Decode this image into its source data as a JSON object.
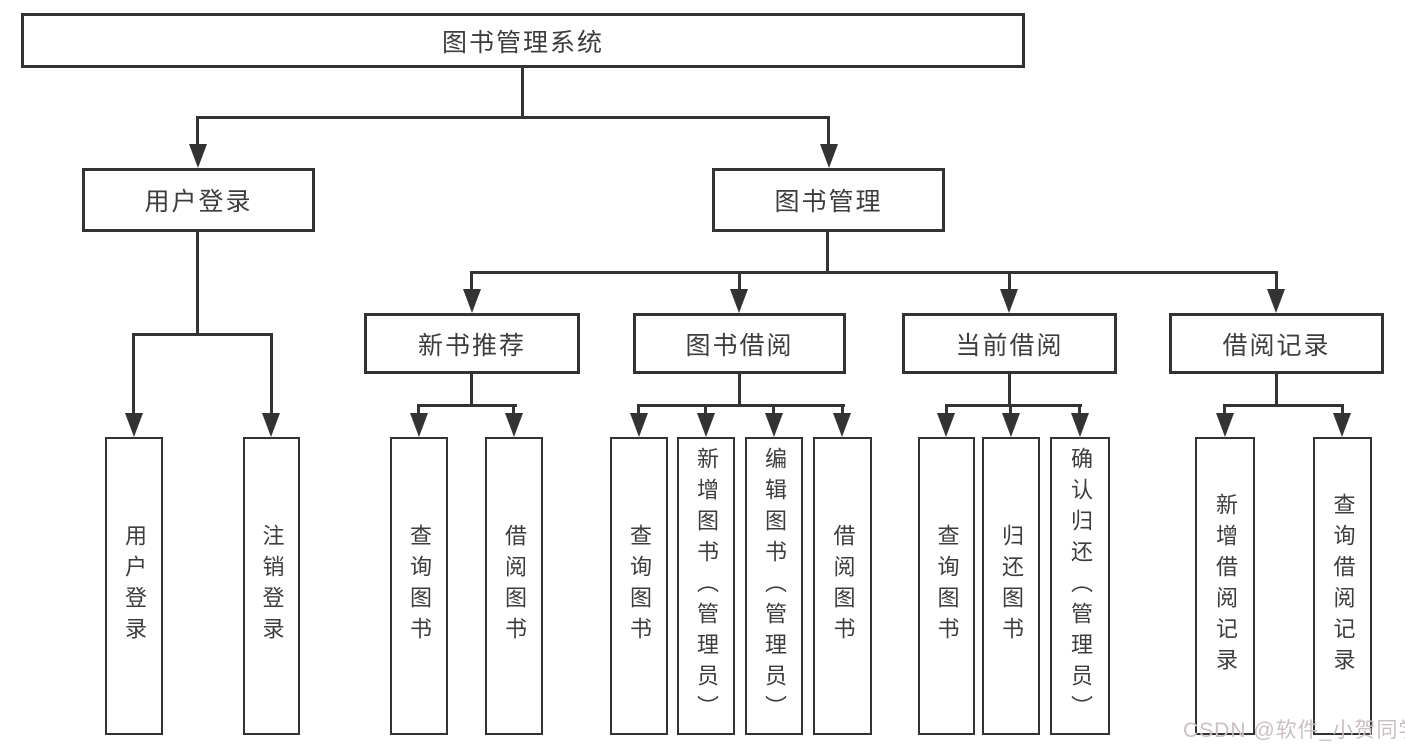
{
  "diagram": {
    "root": {
      "label": "图书管理系统",
      "children": [
        {
          "label": "用户登录",
          "children": [
            {
              "label": "用户登录"
            },
            {
              "label": "注销登录"
            }
          ]
        },
        {
          "label": "图书管理",
          "children": [
            {
              "label": "新书推荐",
              "children": [
                {
                  "label": "查询图书"
                },
                {
                  "label": "借阅图书"
                }
              ]
            },
            {
              "label": "图书借阅",
              "children": [
                {
                  "label": "查询图书"
                },
                {
                  "label": "新增图书（管理员）"
                },
                {
                  "label": "编辑图书（管理员）"
                },
                {
                  "label": "借阅图书"
                }
              ]
            },
            {
              "label": "当前借阅",
              "children": [
                {
                  "label": "查询图书"
                },
                {
                  "label": "归还图书"
                },
                {
                  "label": "确认归还（管理员）"
                }
              ]
            },
            {
              "label": "借阅记录",
              "children": [
                {
                  "label": "新增借阅记录"
                },
                {
                  "label": "查询借阅记录"
                }
              ]
            }
          ]
        }
      ]
    },
    "watermark": "CSDN @软件_小贺同学",
    "colors": {
      "line": "#333333",
      "text": "#3d3d3d",
      "watermark": "#c9c0c0",
      "background": "#ffffff"
    }
  }
}
